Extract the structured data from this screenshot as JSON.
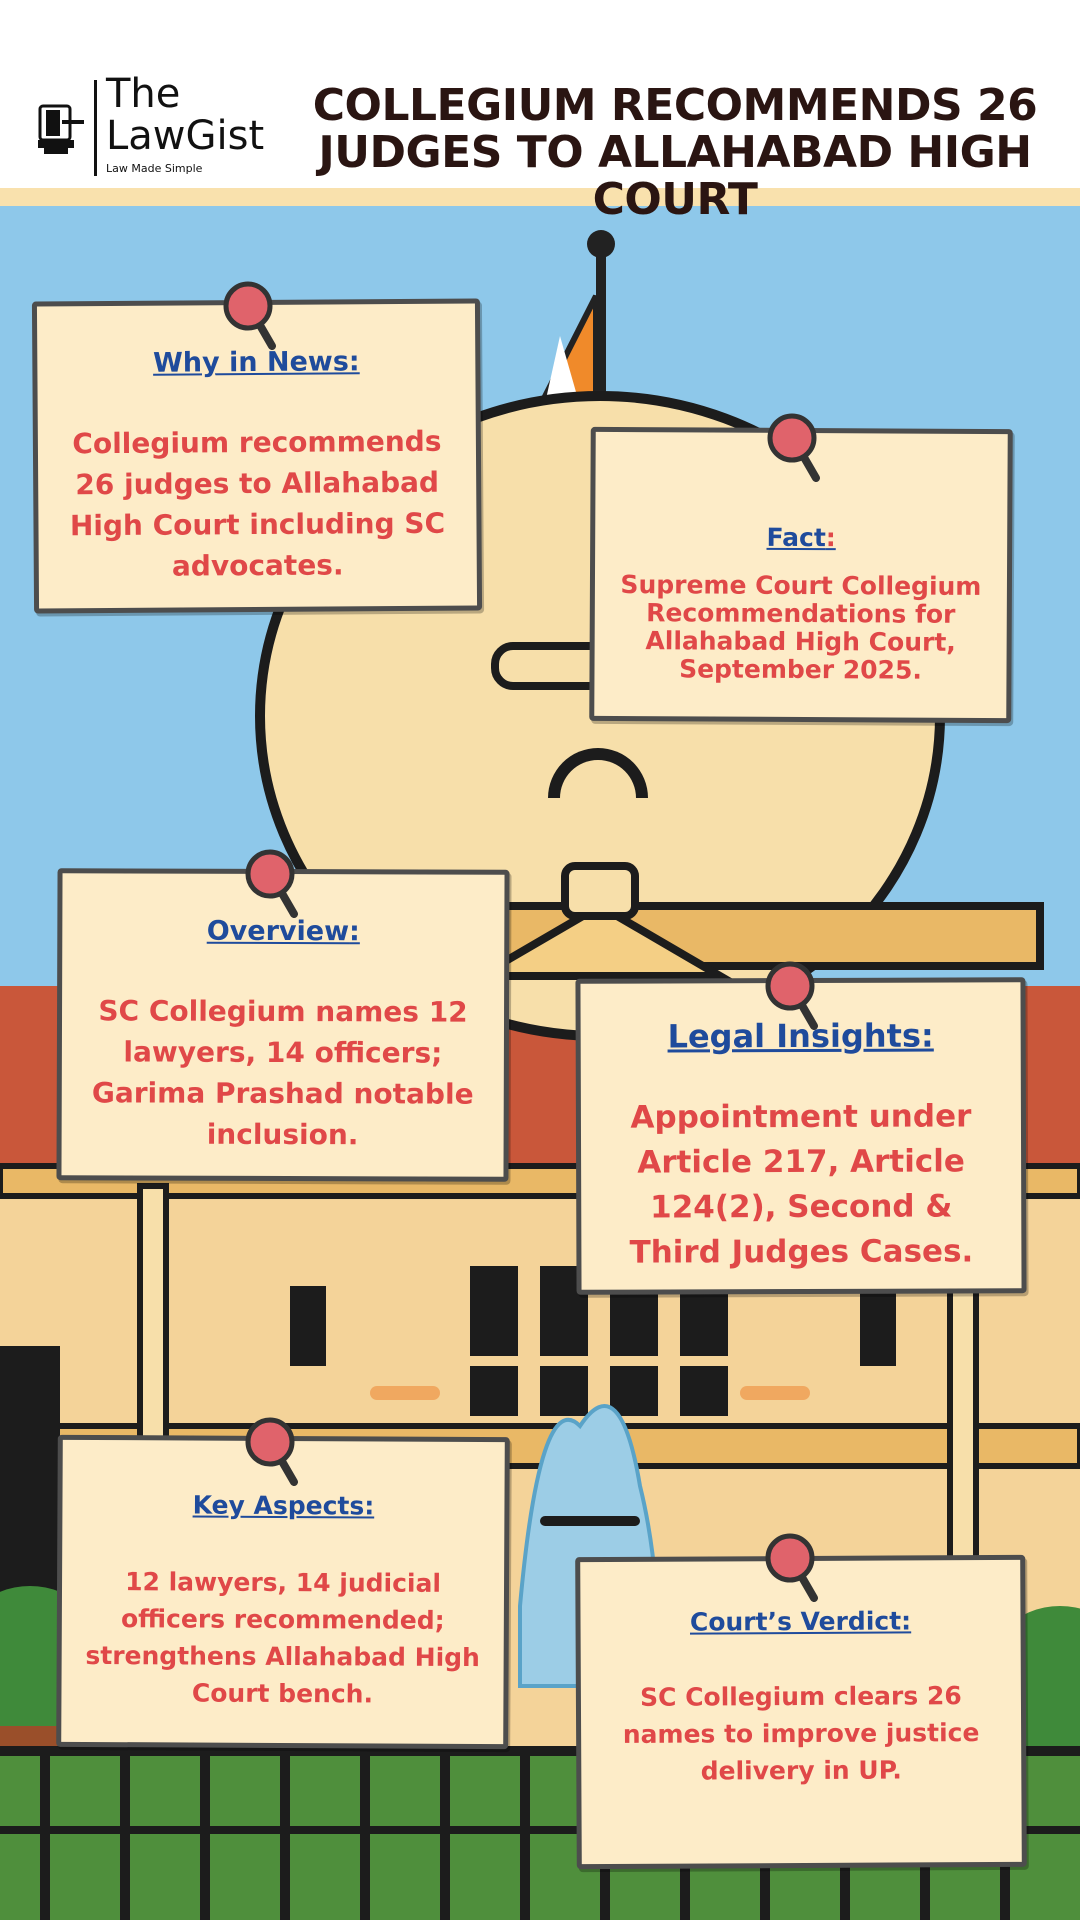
{
  "brand": {
    "logo_line1": "The",
    "logo_line2": "LawGist",
    "tagline": "Law Made Simple"
  },
  "title": "COLLEGIUM RECOMMENDS 26 JUDGES TO ALLAHABAD HIGH COURT",
  "colors": {
    "title": "#2a1512",
    "heading_blue": "#1f4b9c",
    "body_red": "#e04848",
    "note_bg": "#fdecc8",
    "sky": "#8ec8ea",
    "pin": "#e0636b"
  },
  "notes": {
    "why": {
      "heading": "Why in News:",
      "body": "Collegium recommends 26 judges to Allahabad High Court including SC advocates."
    },
    "fact": {
      "heading": "Fact",
      "heading_suffix": ":",
      "body": "Supreme Court Collegium Recommendations for Allahabad High Court, September 2025."
    },
    "overview": {
      "heading": "Overview",
      "heading_suffix": ":",
      "body": "SC Collegium names 12 lawyers, 14 officers; Garima Prashad notable inclusion."
    },
    "legal": {
      "heading": "Legal Insights:",
      "body": "Appointment under Article 217, Article 124(2), Second & Third Judges Cases."
    },
    "aspects": {
      "heading": "Key Aspects:",
      "body": "12 lawyers, 14 judicial officers recommended; strengthens Allahabad High Court bench."
    },
    "verdict": {
      "heading": "Court’s Verdict:",
      "body": "SC Collegium clears 26 names to improve justice delivery in UP."
    }
  },
  "icons": [
    "gavel-icon",
    "pushpin-icon",
    "indian-flag"
  ]
}
